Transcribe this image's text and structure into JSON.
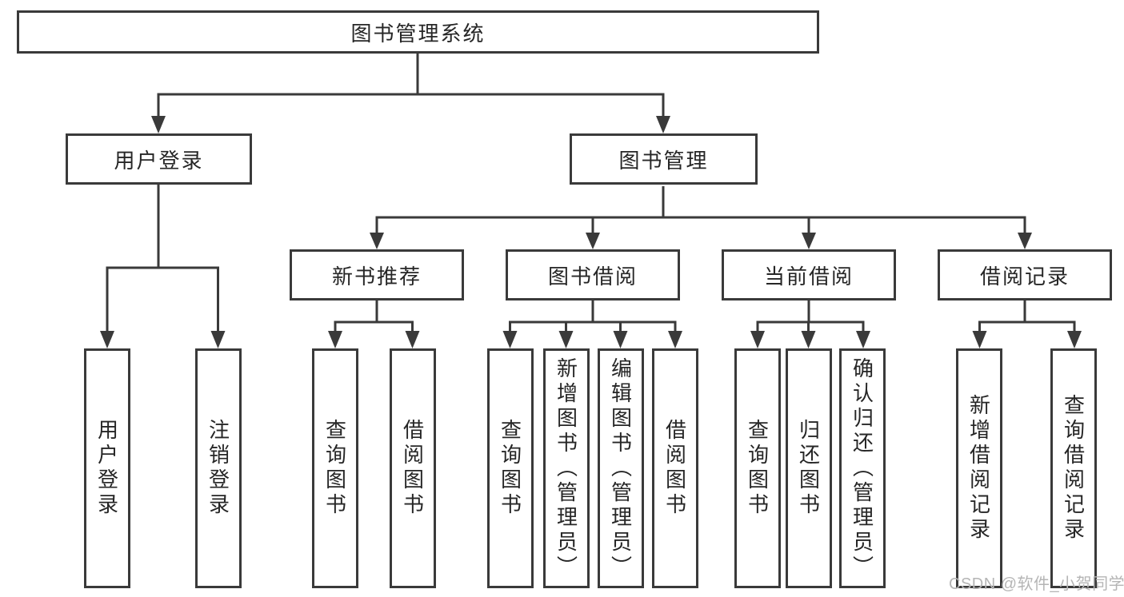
{
  "diagram": {
    "root_label": "图书管理系统",
    "user_branch": {
      "label": "用户登录",
      "children": [
        "用户登录",
        "注销登录"
      ]
    },
    "book_branch": {
      "label": "图书管理",
      "groups": [
        {
          "label": "新书推荐",
          "children": [
            "查询图书",
            "借阅图书"
          ]
        },
        {
          "label": "图书借阅",
          "children": [
            "查询图书",
            "新增图书（管理员）",
            "编辑图书（管理员）",
            "借阅图书"
          ]
        },
        {
          "label": "当前借阅",
          "children": [
            "查询图书",
            "归还图书",
            "确认归还（管理员）"
          ]
        },
        {
          "label": "借阅记录",
          "children": [
            "新增借阅记录",
            "查询借阅记录"
          ]
        }
      ]
    },
    "colors": {
      "line": "#3a3a3a",
      "text": "#262626",
      "box_background": "#ffffff",
      "watermark": "#b5b5b5"
    }
  },
  "watermark": {
    "text": "CSDN @软件_小贺同学"
  }
}
